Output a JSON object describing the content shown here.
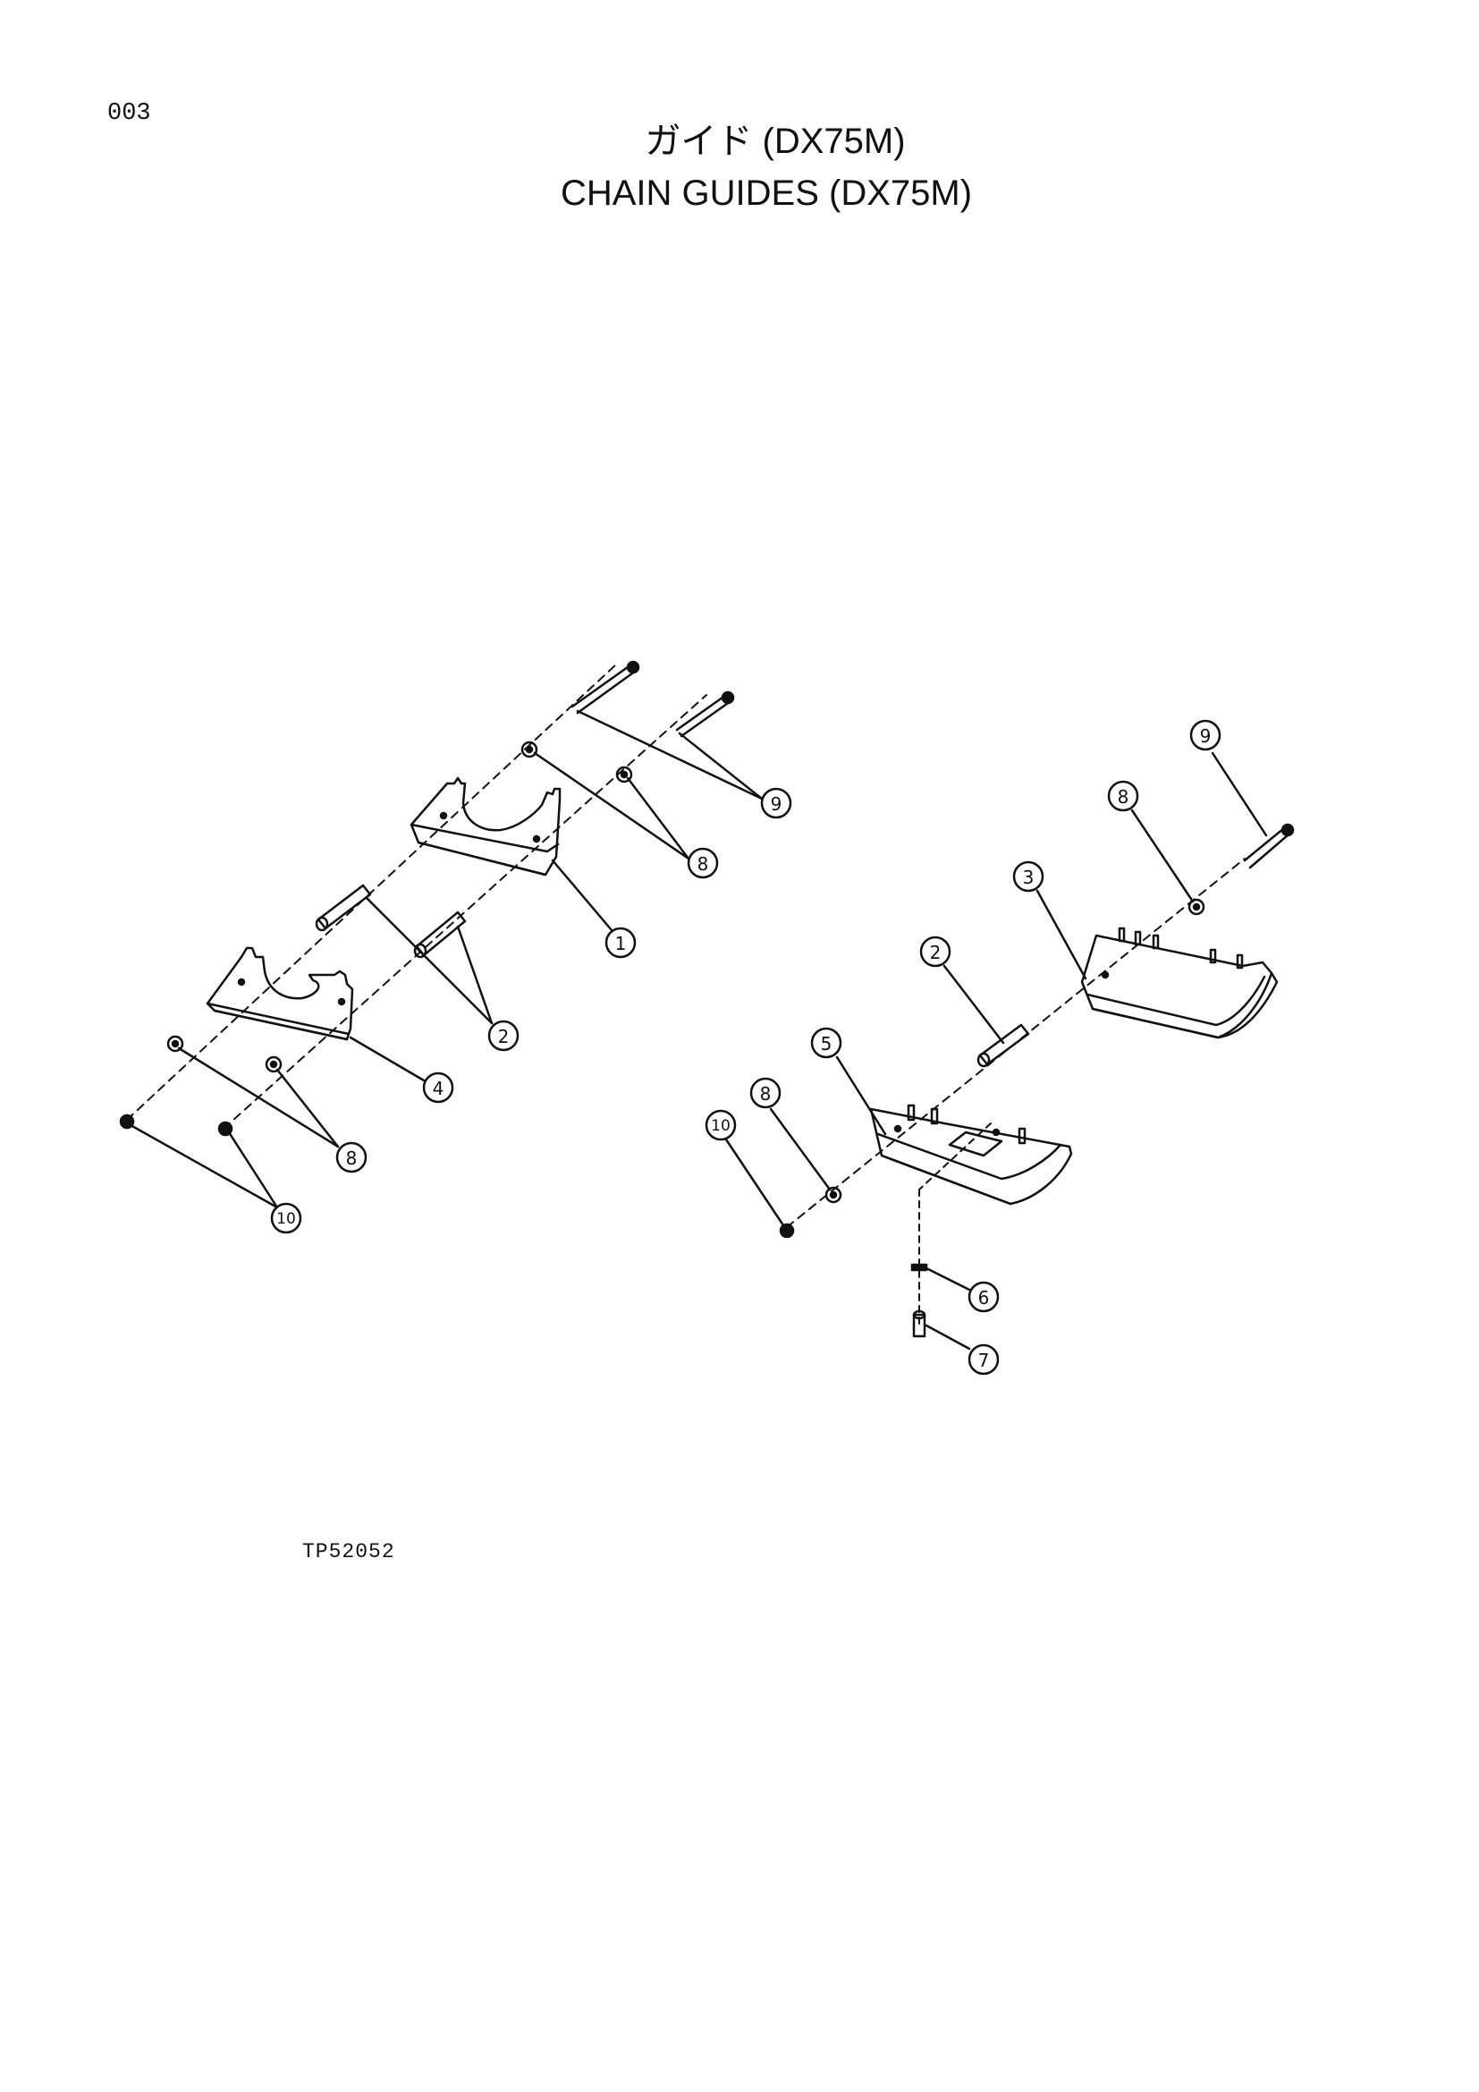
{
  "page_number": "003",
  "title_jp": "ガイド (DX75M)",
  "title_en": "CHAIN GUIDES (DX75M)",
  "drawing_code": "TP52052",
  "callouts": {
    "c1": "1",
    "c2a": "2",
    "c2b": "2",
    "c3": "3",
    "c4": "4",
    "c5": "5",
    "c6": "6",
    "c7": "7",
    "c8a": "8",
    "c8b": "8",
    "c8c": "8",
    "c8d": "8",
    "c9a": "9",
    "c9b": "9",
    "c10a": "10",
    "c10b": "10"
  },
  "colors": {
    "ink": "#111111",
    "paper": "#ffffff"
  }
}
